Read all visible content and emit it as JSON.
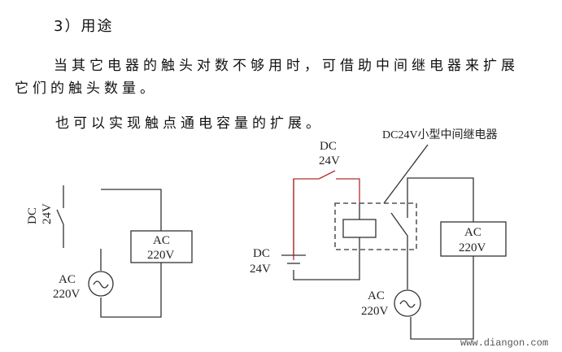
{
  "document": {
    "heading": "3）用途",
    "paragraph1_line1": "当其它电器的触头对数不够用时，可借助中间继电器来扩展",
    "paragraph1_line2": "它们的触头数量。",
    "paragraph2": "也可以实现触点通电容量的扩展。"
  },
  "left_circuit": {
    "switch_label_line1": "DC",
    "switch_label_line2": "24V",
    "load_label_line1": "AC",
    "load_label_line2": "220V",
    "source_label_line1": "AC",
    "source_label_line2": "220V",
    "source_symbol": "~"
  },
  "right_circuit": {
    "relay_callout": "DC24V小型中间继电器",
    "switch_label_line1": "DC",
    "switch_label_line2": "24V",
    "battery_label_line1": "DC",
    "battery_label_line2": "24V",
    "load_label_line1": "AC",
    "load_label_line2": "220V",
    "source_label_line1": "AC",
    "source_label_line2": "220V",
    "source_symbol": "~"
  },
  "watermark": "www.diangon.com",
  "colors": {
    "wire": "#333333",
    "highlight_wire": "#b03030",
    "text": "#111111"
  }
}
